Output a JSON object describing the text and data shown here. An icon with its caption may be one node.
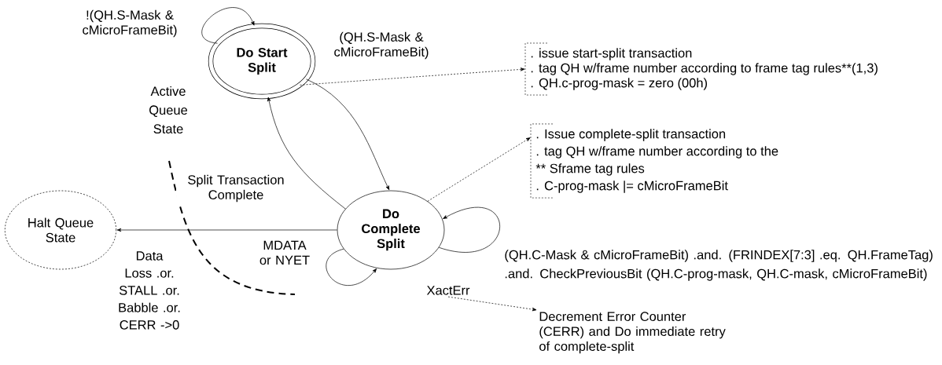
{
  "diagram": {
    "nodes": [
      {
        "text": [
          "Do Start Split"
        ]
      },
      {
        "text": [
          "Do Complete Split"
        ]
      },
      {
        "text": [
          "Halt Queue State"
        ]
      },
      {
        "text": [
          ". issue start-split transaction",
          ". tag QH w/frame number according to frame tag rules**(1,3)",
          ". QH.c-prog-mask = zero (00h)"
        ]
      },
      {
        "text": [
          ". Issue complete-split transaction",
          ". tag QH w/frame number according to the",
          "** Sframe tag rules",
          ". C-prog-mask |= cMicroFrameBit"
        ]
      },
      {
        "text": [
          "Decrement Error Counter (CERR) and Do immediate retry of complete-split"
        ]
      },
      {
        "text": [
          "XactErr"
        ]
      }
    ],
    "edges": [
      {
        "from": 0,
        "to": 0,
        "arrow": "to",
        "label": "!(QH.S-Mask & cMicroFrameBit)"
      },
      {
        "from": 0,
        "to": 1,
        "arrow": "to",
        "label": "(QH.S-Mask & cMicroFrameBit)"
      },
      {
        "from": 1,
        "to": 0,
        "arrow": "to",
        "label": "Split Transaction Complete"
      },
      {
        "from": 1,
        "to": 2,
        "arrow": "to",
        "label": "Data Loss .or. STALL .or. Babble .or. CERR ->0"
      },
      {
        "from": 1,
        "to": 1,
        "arrow": "to",
        "label": "MDATA or NYET"
      },
      {
        "from": 1,
        "to": 1,
        "arrow": "to",
        "label": "(QH.C-Mask & cMicroFrameBit) .and. (FRINDEX[7:3] .eq. QH.FrameTag) .and. CheckPreviousBit (QH.C-prog-mask, QH.C-mask, cMicroFrameBit)"
      },
      {
        "from": 0,
        "to": 3,
        "arrow": "to",
        "style": "dashed"
      },
      {
        "from": 1,
        "to": 4,
        "arrow": "to",
        "style": "dashed"
      },
      {
        "from": 6,
        "to": 5,
        "arrow": "to",
        "style": "dashed"
      }
    ],
    "labels": [
      "Active Queue State"
    ]
  }
}
